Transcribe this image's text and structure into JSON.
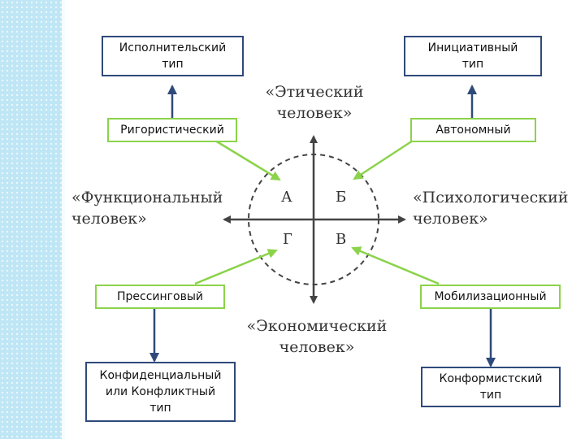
{
  "axes": {
    "top": "«Этический\nчеловек»",
    "left": "«Функциональный\nчеловек»",
    "right": "«Психологический\nчеловек»",
    "bottom": "«Экономический\nчеловек»"
  },
  "quadrants": {
    "a": "А",
    "b": "Б",
    "g": "Г",
    "v": "В"
  },
  "green_boxes": {
    "rigor": "Ригористический",
    "auto": "Автономный",
    "press": "Прессинговый",
    "mobil": "Мобилизационный"
  },
  "blue_boxes": {
    "exec": "Исполнительский\nтип",
    "init": "Инициативный\nтип",
    "confid": "Конфиденциальный\nили Конфликтный\nтип",
    "conform": "Конформистский\nтип"
  },
  "colors": {
    "box_border": "#2f4a7a",
    "green": "#8bd34a",
    "axis": "#444444"
  }
}
